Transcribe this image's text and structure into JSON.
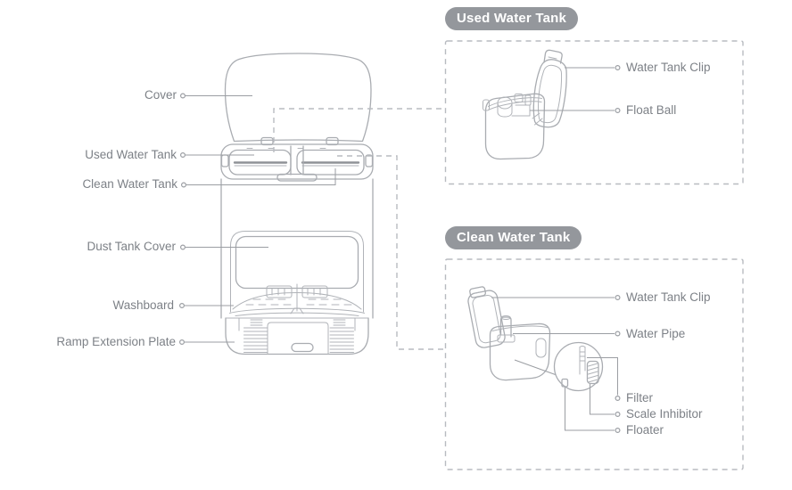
{
  "colors": {
    "background": "#ffffff",
    "artwork_line": "#a9acb1",
    "dashed_line": "#b8bbc0",
    "leader_line": "#9b9ea3",
    "label_text": "#7d8187",
    "badge_background": "#94979c",
    "badge_text": "#ffffff"
  },
  "station": {
    "labels": [
      {
        "text": "Cover"
      },
      {
        "text": "Used Water Tank"
      },
      {
        "text": "Clean Water Tank"
      },
      {
        "text": "Dust Tank Cover"
      },
      {
        "text": "Washboard"
      },
      {
        "text": "Ramp Extension Plate"
      }
    ]
  },
  "panels": {
    "used": {
      "title": "Used Water Tank",
      "labels": [
        {
          "text": "Water Tank Clip"
        },
        {
          "text": "Float Ball"
        }
      ]
    },
    "clean": {
      "title": "Clean Water Tank",
      "labels": [
        {
          "text": "Water Tank Clip"
        },
        {
          "text": "Water Pipe"
        },
        {
          "text": "Filter"
        },
        {
          "text": "Scale Inhibitor"
        },
        {
          "text": "Floater"
        }
      ]
    }
  }
}
